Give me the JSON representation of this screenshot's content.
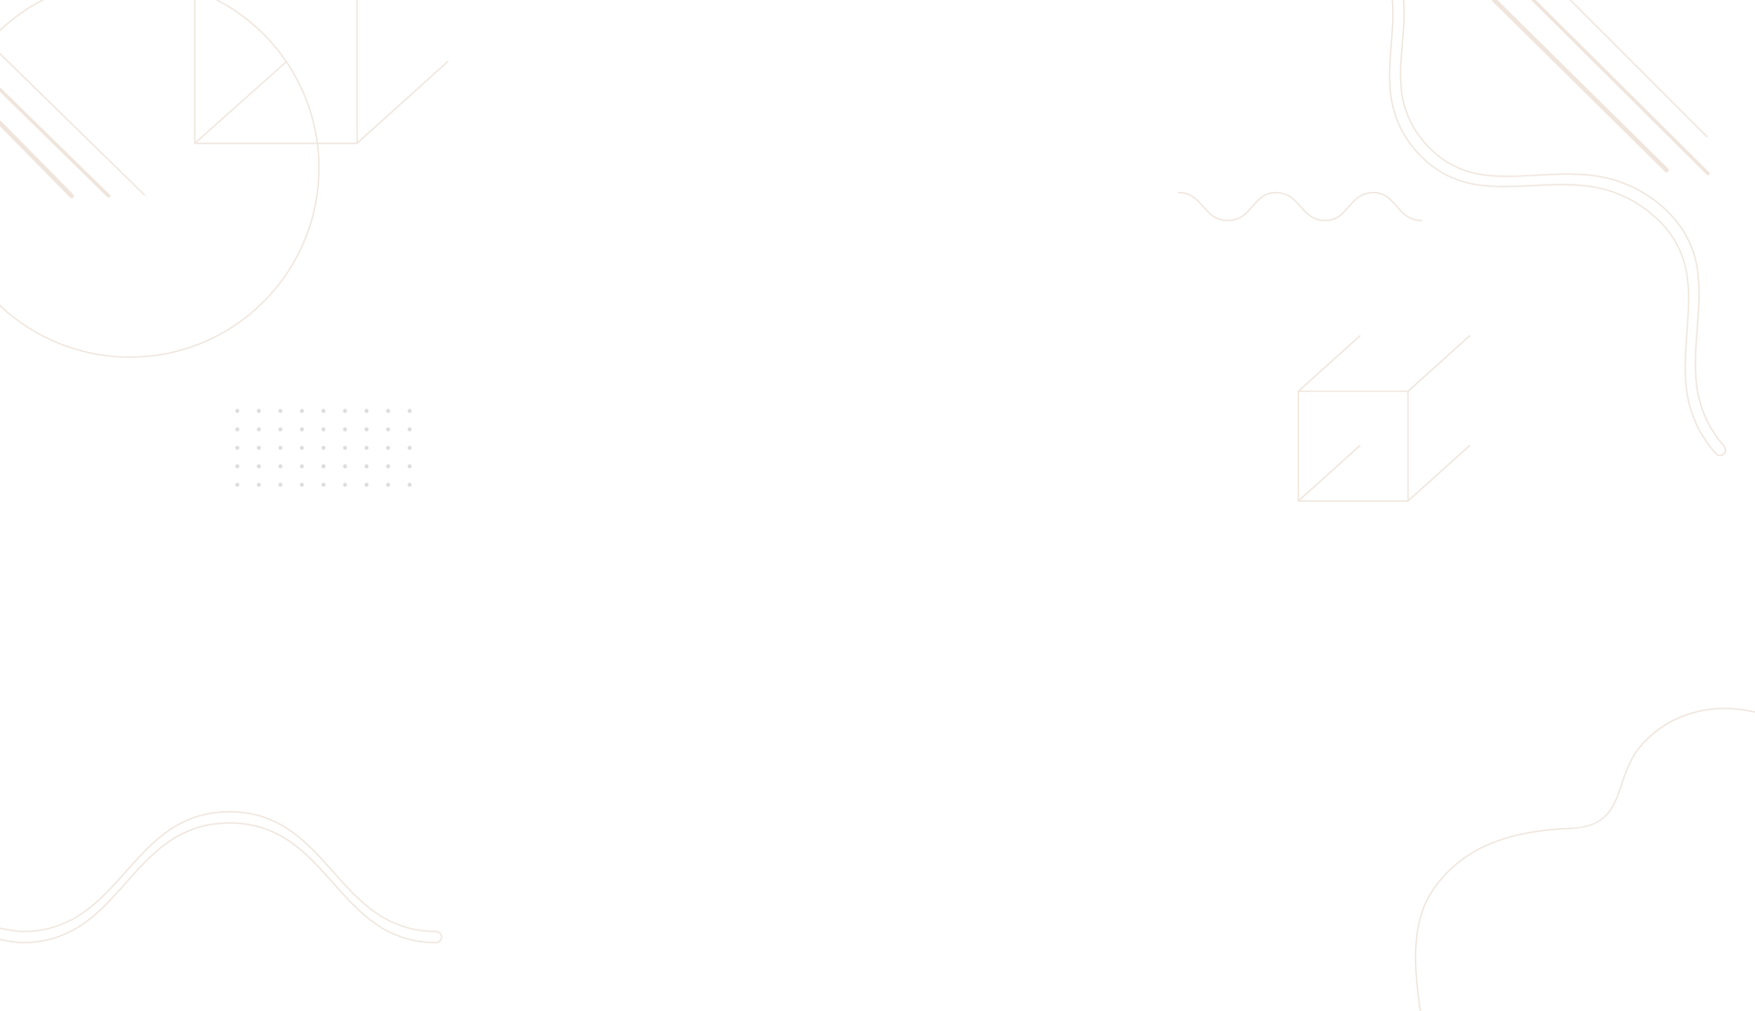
{
  "page": {
    "title": ""
  },
  "colors": {
    "background": "#ffffff",
    "stroke": "#efe5dc",
    "dots": "#dddddd"
  },
  "decorations": [
    "circle",
    "square-outline",
    "diagonal-lines",
    "dot-grid",
    "double-wave",
    "small-wave",
    "cube-outline",
    "double-squiggle",
    "blob-curve"
  ]
}
